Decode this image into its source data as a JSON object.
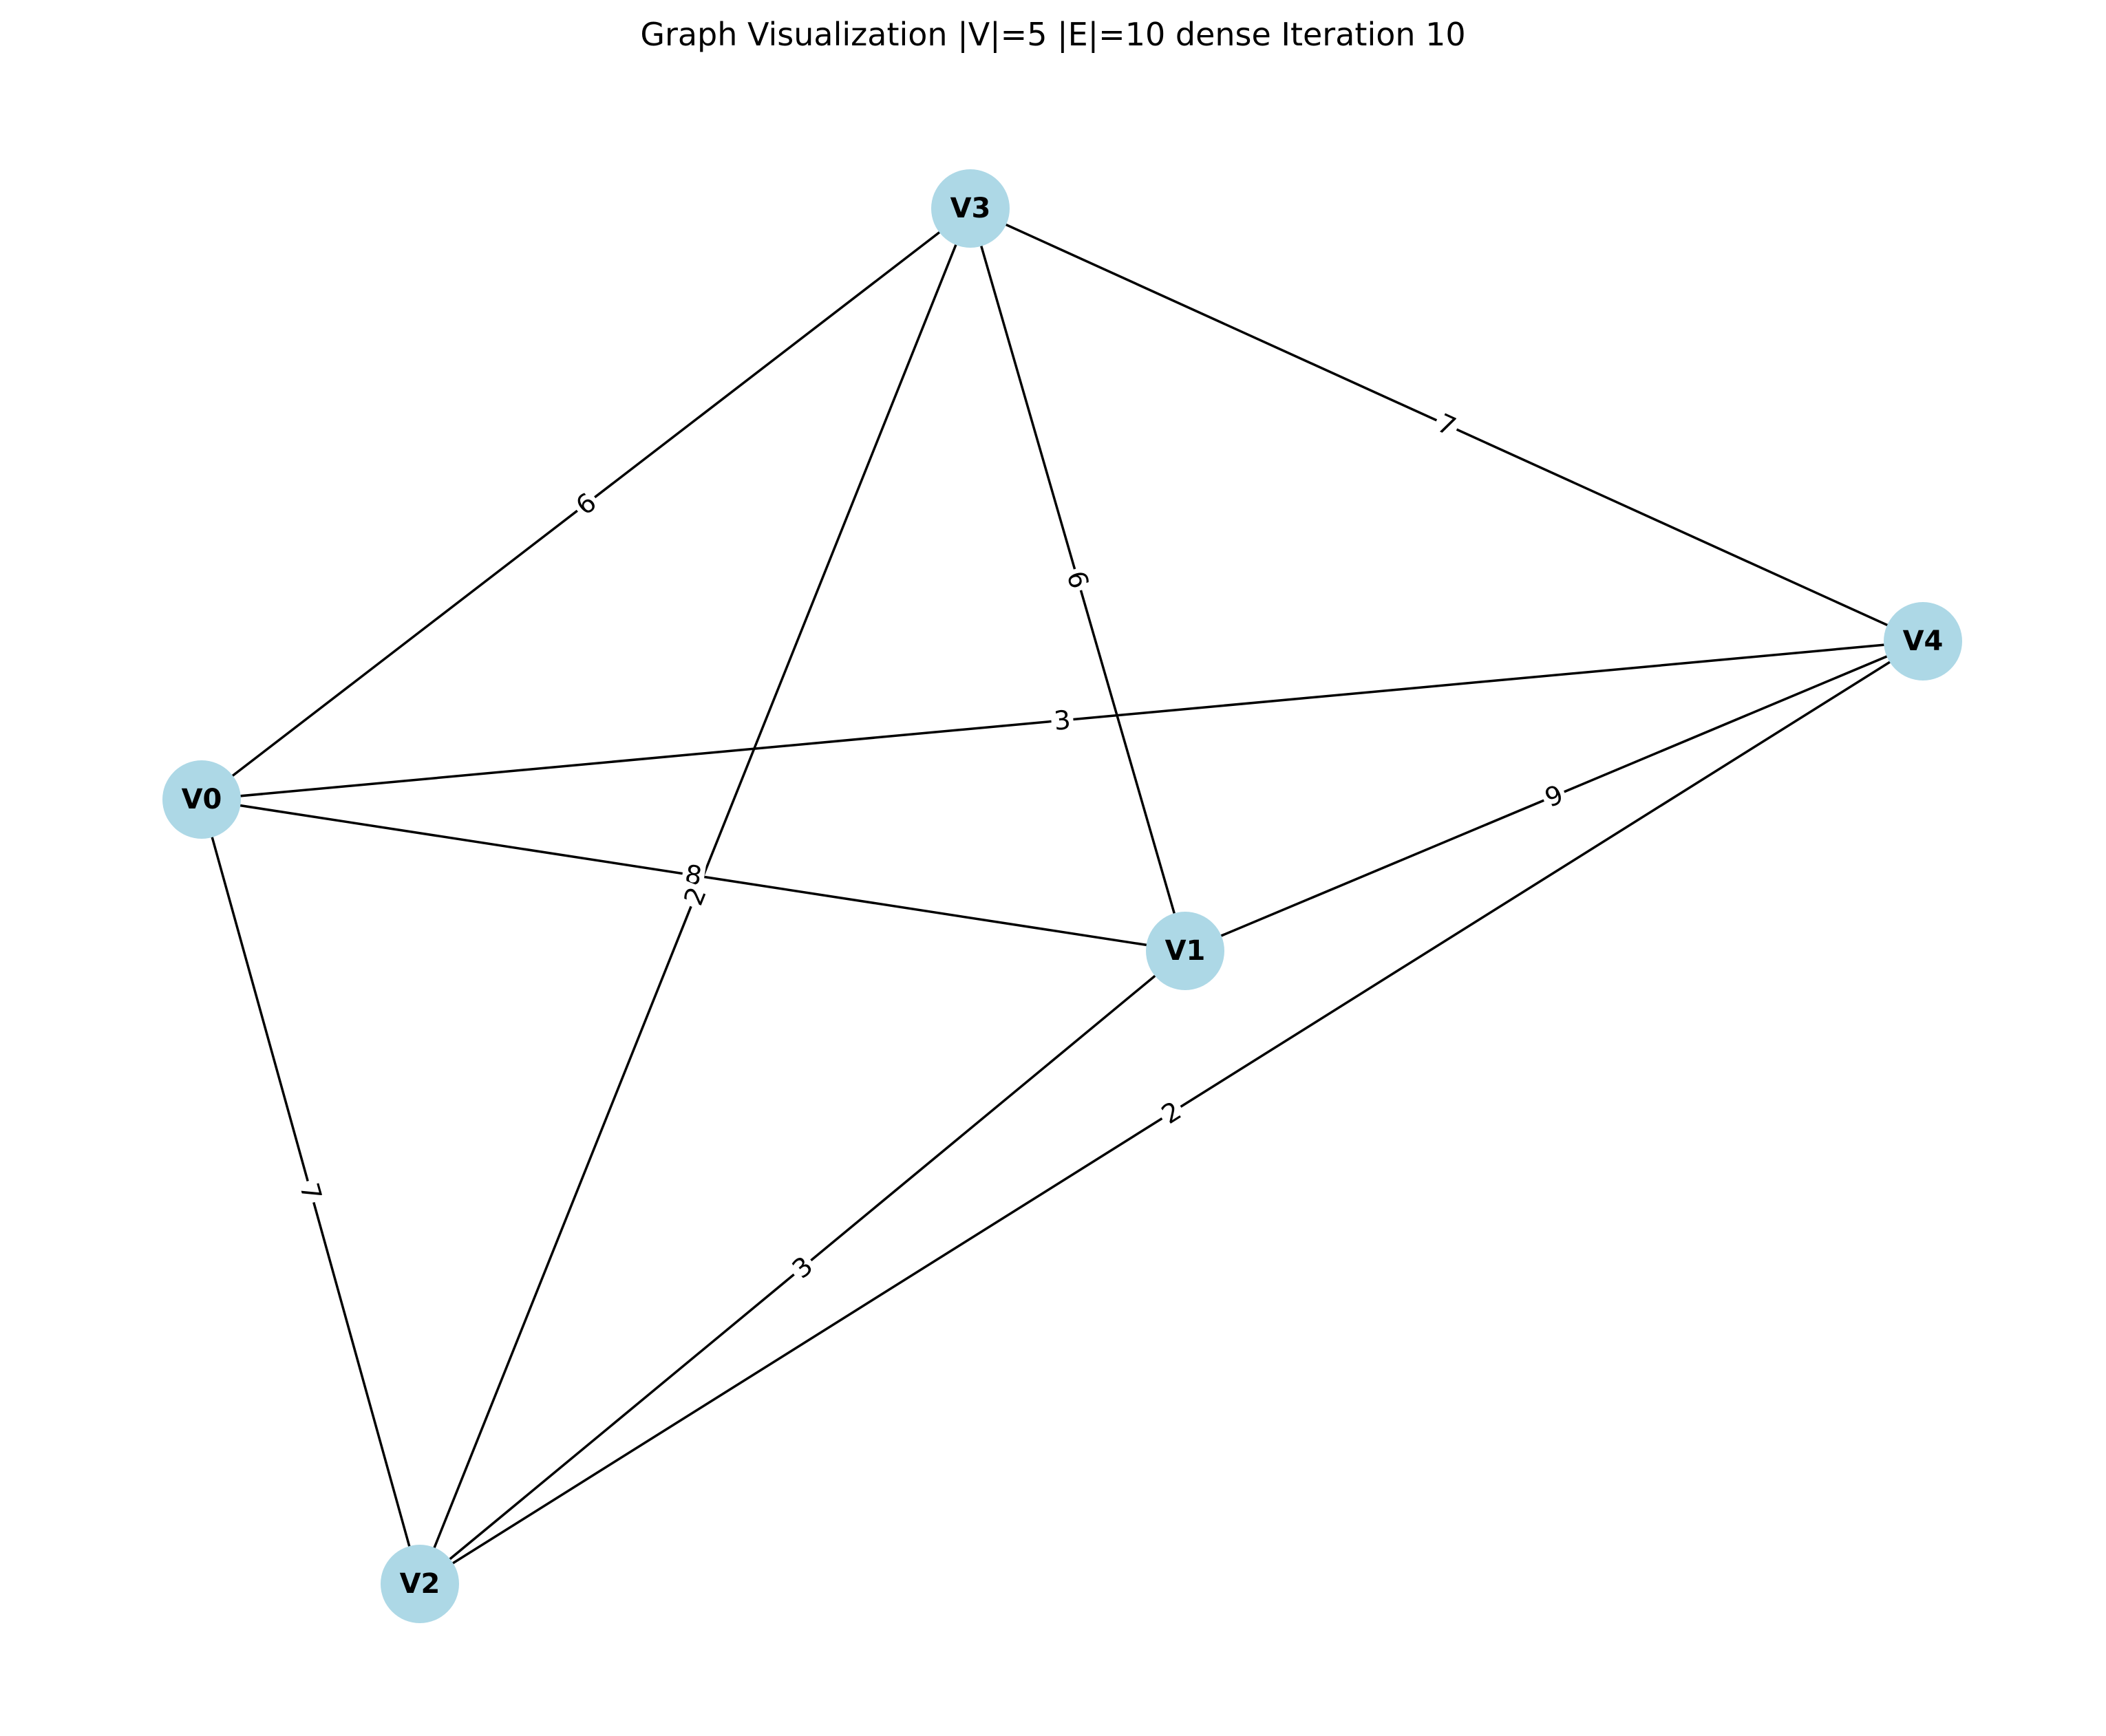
{
  "title": "Graph Visualization |V|=5 |E|=10 dense Iteration 10",
  "colors": {
    "node": "#add8e6",
    "edge": "#000000",
    "background": "#ffffff"
  },
  "nodes": [
    {
      "id": "V0",
      "label": "V0"
    },
    {
      "id": "V1",
      "label": "V1"
    },
    {
      "id": "V2",
      "label": "V2"
    },
    {
      "id": "V3",
      "label": "V3"
    },
    {
      "id": "V4",
      "label": "V4"
    }
  ],
  "edges": [
    {
      "source": "V0",
      "target": "V3",
      "weight": "6"
    },
    {
      "source": "V0",
      "target": "V4",
      "weight": "3"
    },
    {
      "source": "V0",
      "target": "V1",
      "weight": "8"
    },
    {
      "source": "V0",
      "target": "V2",
      "weight": "7"
    },
    {
      "source": "V3",
      "target": "V2",
      "weight": "2"
    },
    {
      "source": "V3",
      "target": "V1",
      "weight": "6"
    },
    {
      "source": "V3",
      "target": "V4",
      "weight": "7"
    },
    {
      "source": "V4",
      "target": "V1",
      "weight": "9"
    },
    {
      "source": "V4",
      "target": "V2",
      "weight": "2"
    },
    {
      "source": "V1",
      "target": "V2",
      "weight": "3"
    }
  ]
}
